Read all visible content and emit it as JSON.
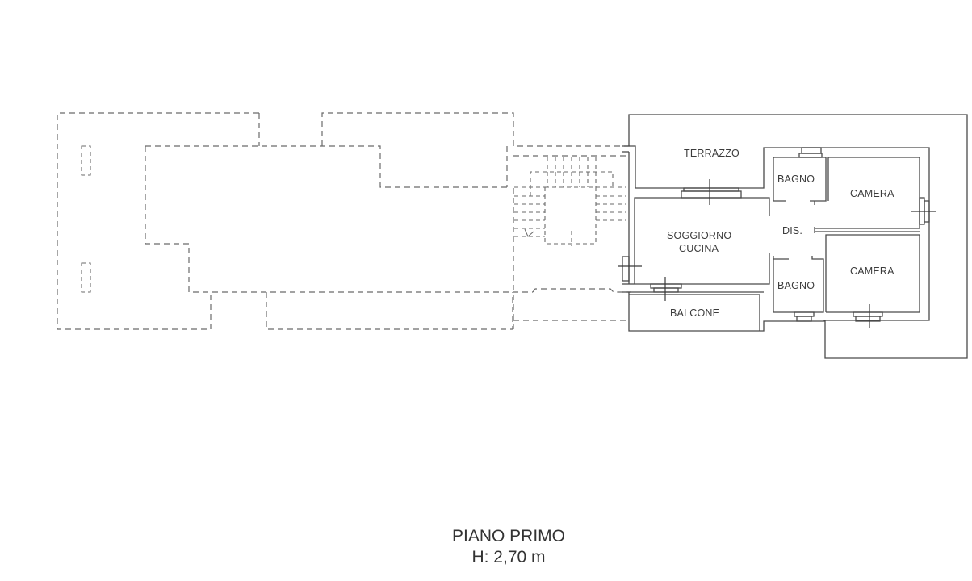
{
  "plan": {
    "floor_title": "PIANO PRIMO",
    "height_label": "H: 2,70 m",
    "rooms": {
      "terrazzo": "TERRAZZO",
      "bagno_1": "BAGNO",
      "camera_1": "CAMERA",
      "dis": "DIS.",
      "soggiorno": "SOGGIORNO",
      "cucina": "CUCINA",
      "bagno_2": "BAGNO",
      "camera_2": "CAMERA",
      "balcone": "BALCONE"
    }
  },
  "colors": {
    "wall": "#4a4a4a",
    "ghost_outline": "#6a6a6a",
    "text": "#3c3c3c",
    "background": "#ffffff"
  }
}
